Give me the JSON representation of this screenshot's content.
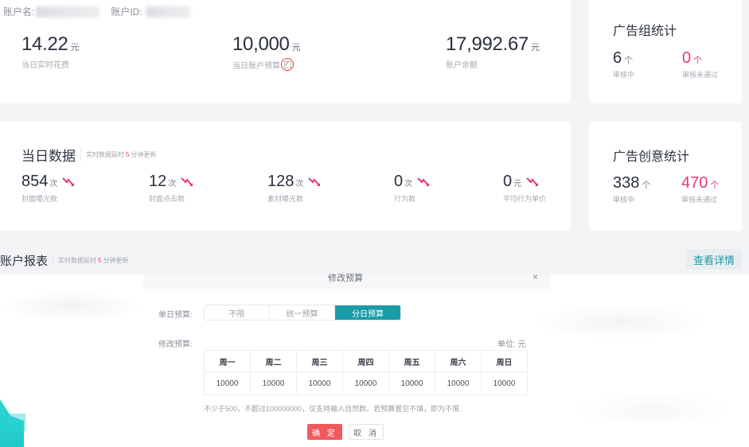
{
  "account": {
    "name_label": "账户名:",
    "id_label": "账户ID:",
    "metrics": [
      {
        "value": "14.22",
        "unit": "元",
        "label": "当日实时花费"
      },
      {
        "value": "10,000",
        "unit": "元",
        "label": "当日账户预算"
      },
      {
        "value": "17,992.67",
        "unit": "元",
        "label": "账户余额"
      }
    ],
    "edit_icon": "edit-icon"
  },
  "adgroup_stats": {
    "title": "广告组统计",
    "reviewing": {
      "value": "6",
      "unit": "个",
      "label": "审核中"
    },
    "rejected": {
      "value": "0",
      "unit": "个",
      "label": "审核未通过"
    }
  },
  "daily": {
    "title": "当日数据",
    "subtitle_prefix": "实时数据延时",
    "subtitle_num": "5",
    "subtitle_suffix": "分钟更新",
    "metrics": [
      {
        "value": "854",
        "unit": "次",
        "label": "封面曝光数",
        "trend": "down"
      },
      {
        "value": "12",
        "unit": "次",
        "label": "封面点击数",
        "trend": "down"
      },
      {
        "value": "128",
        "unit": "次",
        "label": "素材曝光数",
        "trend": "down"
      },
      {
        "value": "0",
        "unit": "次",
        "label": "行为数",
        "trend": "down"
      },
      {
        "value": "0",
        "unit": "元",
        "label": "平均行为单价",
        "trend": "down"
      }
    ]
  },
  "creative_stats": {
    "title": "广告创意统计",
    "reviewing": {
      "value": "338",
      "unit": "个",
      "label": "审核中"
    },
    "rejected": {
      "value": "470",
      "unit": "个",
      "label": "审核未通过"
    }
  },
  "report": {
    "title": "账户报表",
    "subtitle_prefix": "实时数据延时",
    "subtitle_num": "5",
    "subtitle_suffix": "分钟更新",
    "view_details": "查看详情"
  },
  "modal": {
    "title": "修改预算",
    "close": "×",
    "daily_budget_label": "单日预算:",
    "options": [
      "不限",
      "统一预算",
      "分日预算"
    ],
    "selected_option": "分日预算",
    "edit_budget_label": "修改预算:",
    "unit_label": "单位: 元",
    "days": [
      "周一",
      "周二",
      "周三",
      "周四",
      "周五",
      "周六",
      "周日"
    ],
    "values": [
      "10000",
      "10000",
      "10000",
      "10000",
      "10000",
      "10000",
      "10000"
    ],
    "hint": "不少于500，不超过100000000，仅支持输入自然数。若预算置空不填，即为不限",
    "confirm": "确 定",
    "cancel": "取 消"
  },
  "colors": {
    "accent": "#1a9ba8",
    "danger": "#e8386d",
    "confirm": "#f05a5f",
    "background": "#f3f4f6"
  }
}
